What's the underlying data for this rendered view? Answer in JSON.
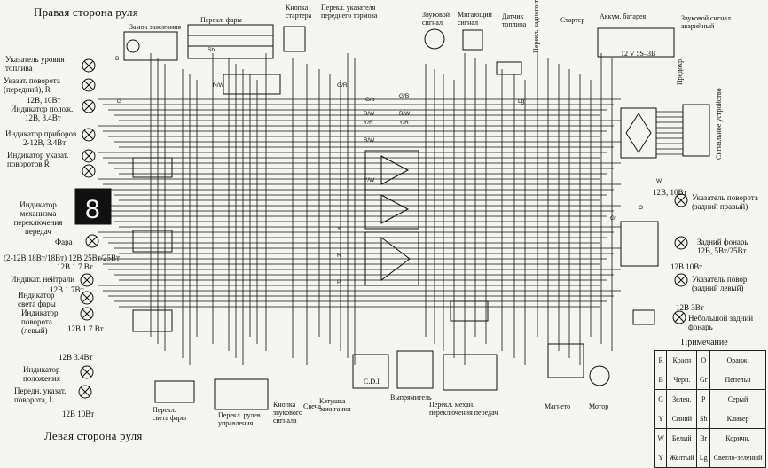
{
  "titles": {
    "right": "Правая сторона руля",
    "left": "Левая сторона руля",
    "note": "Примечание"
  },
  "top_labels": {
    "ignition_lock": "Замок зажигания",
    "headlight_switch": "Перекл. фары",
    "starter_button": "Кнопка стартера",
    "front_brake_switch": "Перекл. указателя переднего тормоза",
    "horn": "Звуковой сигнал",
    "flasher": "Мигающий сигнал",
    "fuel_sensor": "Датчик топлива",
    "rear_brake_switch": "Перекл. заднего тормоза",
    "starter": "Стартер",
    "battery": "Аккум. батарея",
    "emergency_horn": "Звуковой сигнал аварийный",
    "fuse": "Предохр.",
    "signal_device": "Сигнальное устройство",
    "battery_spec": "12 V 5S–3B"
  },
  "left_labels": {
    "fuel_gauge": "Указатель уровня топлива",
    "front_turn": "Указат. поворота (передний), R",
    "front_turn_spec": "12В, 10Вт",
    "position_ind": "Индикатор полож.",
    "position_ind_spec": "12В, 3.4Вт",
    "instr_ind": "Индикатор приборов",
    "instr_ind_spec": "2-12В, 3.4Вт",
    "turn_ind_r": "Индикатор указат. поворотов R",
    "gear_ind": "Индикатор механизма переключения передач",
    "headlight": "Фара",
    "headlight_spec": "(2-12В 18Вт/18Вт) 12В 25Вт/25Вт",
    "spec_17": "12В 1.7 Вт",
    "neutral_ind": "Индикат. нейтрали",
    "spec_17b": "12В 1.7Вт",
    "headlight_ind": "Индикатор света фары",
    "turn_ind_l": "Индикатор поворота (левый)",
    "spec_17c": "12В 1.7 Вт",
    "spec_34": "12В 3.4Вт",
    "position_ind2": "Индикатор положения",
    "front_turn_l": "Передн. указат. поворота, L",
    "spec_10": "12В 10Вт"
  },
  "bottom_labels": {
    "headlight_switch": "Перекл. света фары",
    "turn_switch": "Перекл. рулев. управления",
    "horn_button": "Кнопка звукового сигнала",
    "spark_plug": "Свеча",
    "ignition_coil": "Катушка зажигания",
    "cdi": "C.D.I",
    "rectifier": "Выпрямитель",
    "gear_switch": "Перекл. механ. переключения передач",
    "magneto": "Магнето",
    "motor": "Мотор"
  },
  "right_labels": {
    "rear_turn_r_spec": "12В, 10Вт",
    "rear_turn_r": "Указатель поворота (задний правый)",
    "tail_light": "Задний фонарь",
    "tail_light_spec": "12В, 5Вт/25Вт",
    "rear_turn_l_spec": "12В 10Вт",
    "rear_turn_l": "Указатель повор. (задний левый)",
    "plate_spec": "12В 3Вт",
    "plate_light": "Небольшой задний фонарь"
  },
  "wire_tags": [
    "G/b",
    "G/B",
    "B/W",
    "Y/R",
    "B/W",
    "Y/R",
    "B/W",
    "Y/W",
    "G/R",
    "N/W",
    "B",
    "G",
    "Sb",
    "Lg",
    "Gr",
    "O",
    "W",
    "Y",
    "R",
    "P"
  ],
  "color_legend": [
    {
      "code": "R",
      "name": "Красн",
      "code2": "O",
      "name2": "Оранж."
    },
    {
      "code": "B",
      "name": "Черн.",
      "code2": "Gr",
      "name2": "Пепельн"
    },
    {
      "code": "G",
      "name": "Зелен.",
      "code2": "P",
      "name2": "Серый"
    },
    {
      "code": "Y",
      "name": "Синий",
      "code2": "Sh",
      "name2": "Кливер"
    },
    {
      "code": "W",
      "name": "Белый",
      "code2": "Br",
      "name2": "Коричн."
    },
    {
      "code": "Y",
      "name": "Желтый",
      "code2": "Lg",
      "name2": "Светло-зеленый"
    }
  ],
  "colors": {
    "ink": "#111111",
    "paper": "#f4f4f1"
  }
}
